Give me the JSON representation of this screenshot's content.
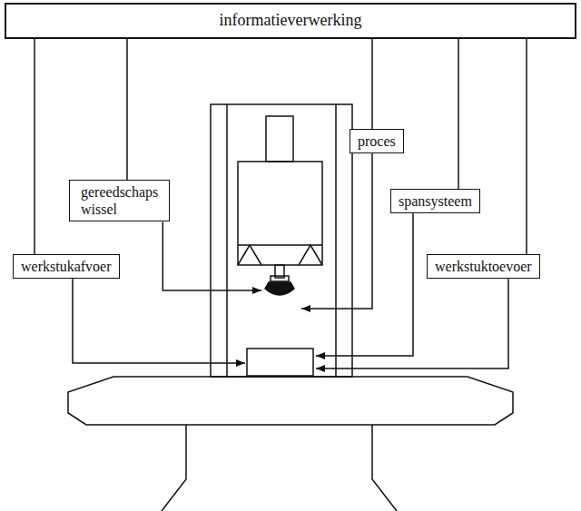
{
  "diagram": {
    "nodes": [
      {
        "text": [
          "informatieverwerking"
        ]
      },
      {
        "text": [
          "proces"
        ]
      },
      {
        "text": [
          "gereedschaps wissel"
        ]
      },
      {
        "text": [
          "spansysteem"
        ]
      },
      {
        "text": [
          "werkstukafvoer"
        ]
      },
      {
        "text": [
          "werkstuktoevoer"
        ]
      }
    ],
    "edges": [
      {
        "from": 0,
        "to": 1,
        "arrow": "none"
      },
      {
        "from": 0,
        "to": 2,
        "arrow": "none"
      },
      {
        "from": 0,
        "to": 3,
        "arrow": "none"
      },
      {
        "from": 0,
        "to": 4,
        "arrow": "none"
      },
      {
        "from": 0,
        "to": 5,
        "arrow": "none"
      }
    ]
  }
}
